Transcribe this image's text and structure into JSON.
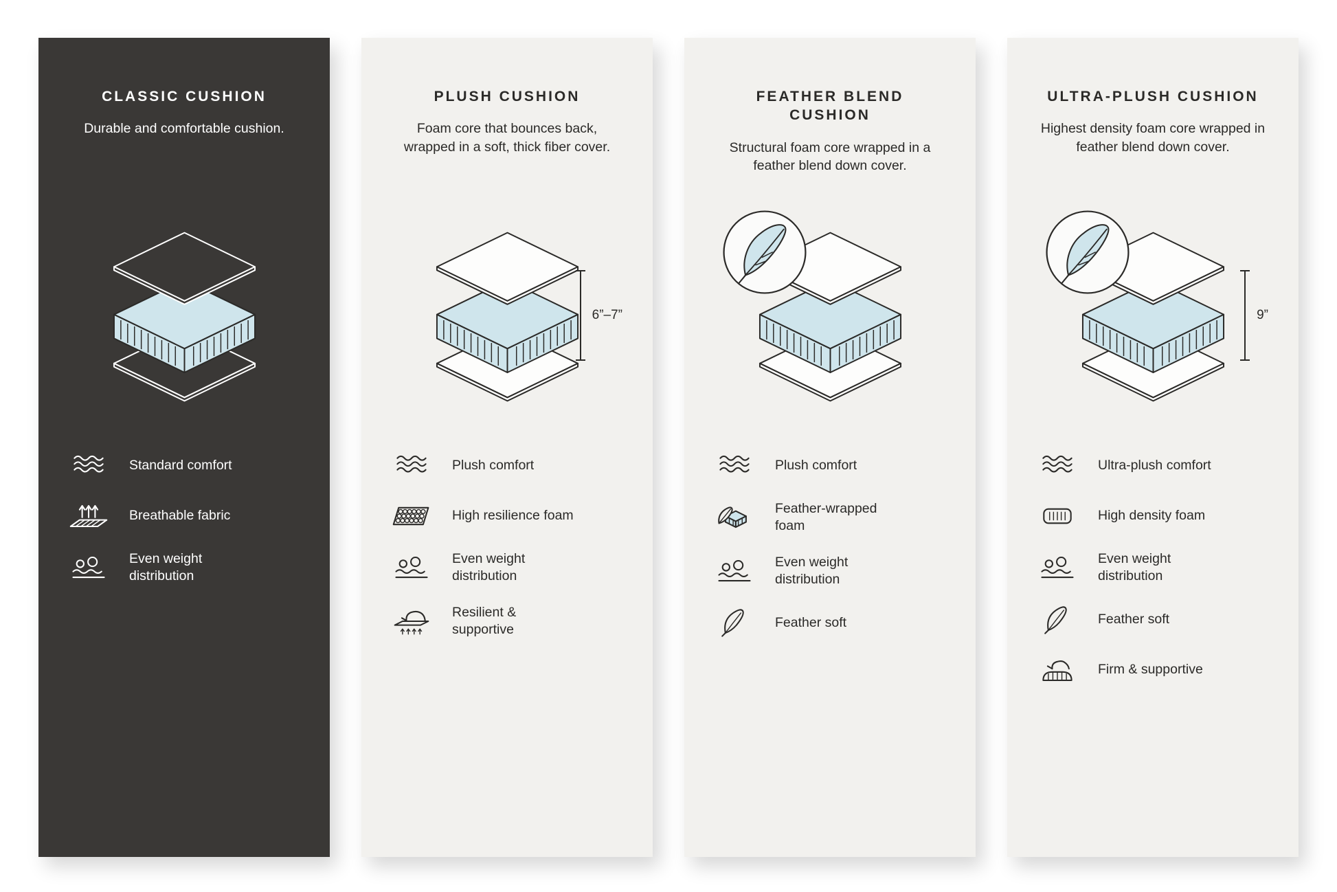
{
  "colors": {
    "dark_panel": "#3a3836",
    "light_panel": "#f2f1ee",
    "foam_accent": "#cfe5ec",
    "line": "#2b2a28"
  },
  "panels": [
    {
      "id": "classic",
      "title": "CLASSIC CUSHION",
      "description": "Durable and comfortable cushion.",
      "measurement": "",
      "badge": false,
      "features": [
        {
          "icon": "wave-icon",
          "label": "Standard comfort"
        },
        {
          "icon": "breathable-icon",
          "label": "Breathable fabric"
        },
        {
          "icon": "weight-distribution-icon",
          "label": "Even weight distribution"
        }
      ]
    },
    {
      "id": "plush",
      "title": "PLUSH CUSHION",
      "description": "Foam core that bounces back, wrapped in a soft, thick fiber cover.",
      "measurement": "6”–7”",
      "badge": false,
      "features": [
        {
          "icon": "wave-icon",
          "label": "Plush comfort"
        },
        {
          "icon": "foam-cells-icon",
          "label": "High resilience foam"
        },
        {
          "icon": "weight-distribution-icon",
          "label": "Even weight distribution"
        },
        {
          "icon": "hand-press-icon",
          "label": "Resilient & supportive"
        }
      ]
    },
    {
      "id": "feather-blend",
      "title": "FEATHER BLEND CUSHION",
      "description": "Structural foam core wrapped in a feather blend down cover.",
      "measurement": "",
      "badge": true,
      "features": [
        {
          "icon": "wave-icon",
          "label": "Plush comfort"
        },
        {
          "icon": "feather-foam-icon",
          "label": "Feather-wrapped foam"
        },
        {
          "icon": "weight-distribution-icon",
          "label": "Even weight distribution"
        },
        {
          "icon": "feather-icon",
          "label": "Feather soft"
        }
      ]
    },
    {
      "id": "ultra-plush",
      "title": "ULTRA-PLUSH CUSHION",
      "description": "Highest density foam core wrapped in feather blend down cover.",
      "measurement": "9”",
      "badge": true,
      "features": [
        {
          "icon": "wave-icon",
          "label": "Ultra-plush comfort"
        },
        {
          "icon": "foam-density-icon",
          "label": "High density foam"
        },
        {
          "icon": "weight-distribution-icon",
          "label": "Even weight distribution"
        },
        {
          "icon": "feather-icon",
          "label": "Feather soft"
        },
        {
          "icon": "firm-support-icon",
          "label": "Firm & supportive"
        }
      ]
    }
  ]
}
